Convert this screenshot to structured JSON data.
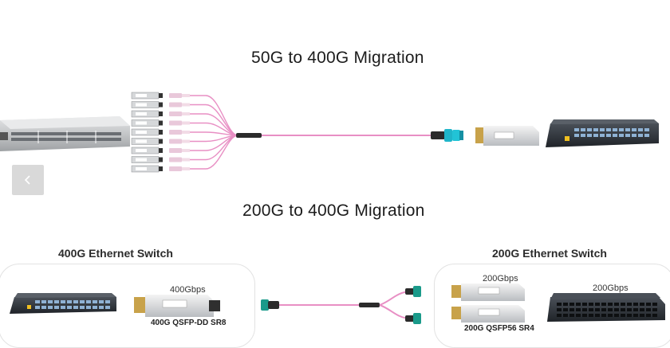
{
  "section1": {
    "title": "50G to 400G Migration"
  },
  "section2": {
    "title": "200G to 400G Migration",
    "left_panel": {
      "switch_label": "400G Ethernet Switch",
      "speed_label": "400Gbps",
      "module_label": "400G QSFP-DD SR8"
    },
    "right_panel": {
      "switch_label": "200G Ethernet Switch",
      "module_speed_label": "200Gbps",
      "switch_speed_label": "200Gbps",
      "module_label": "200G QSFP56 SR4"
    }
  },
  "carousel": {
    "prev_icon": "chevron-left-icon"
  },
  "colors": {
    "cable": "#e88fc4",
    "connector_aqua": "#1fb5c9",
    "connector_teal": "#1a9a8a",
    "switch_dark": "#2b3036",
    "switch_silver": "#c9cbcd"
  }
}
